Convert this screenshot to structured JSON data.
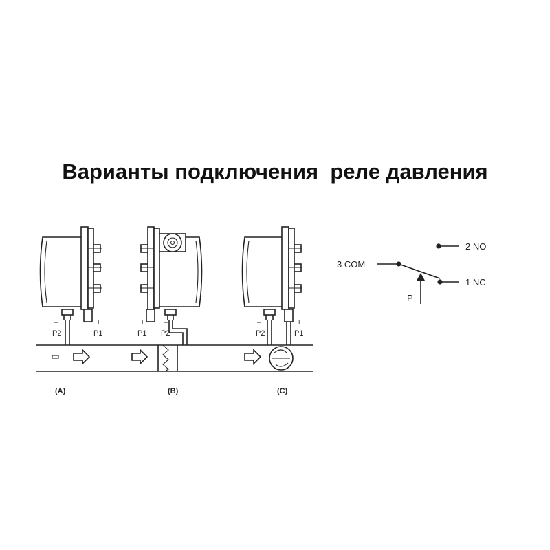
{
  "title": "Варианты подключения  реле давления",
  "colors": {
    "line": "#222222",
    "background": "#ffffff"
  },
  "variants": [
    {
      "caption": "(A)",
      "left_sign": "–",
      "left_port": "P2",
      "right_sign": "+",
      "right_port": "P1",
      "flow_marker": "–"
    },
    {
      "caption": "(B)",
      "left_sign": "+",
      "left_port": "P1",
      "right_sign": "–",
      "right_port": "P2"
    },
    {
      "caption": "(C)",
      "left_sign": "–",
      "left_port": "P2",
      "right_sign": "+",
      "right_port": "P1"
    }
  ],
  "switch": {
    "common": "3 COM",
    "normally_open": "2 NO",
    "normally_closed": "1 NC",
    "pressure": "P"
  }
}
